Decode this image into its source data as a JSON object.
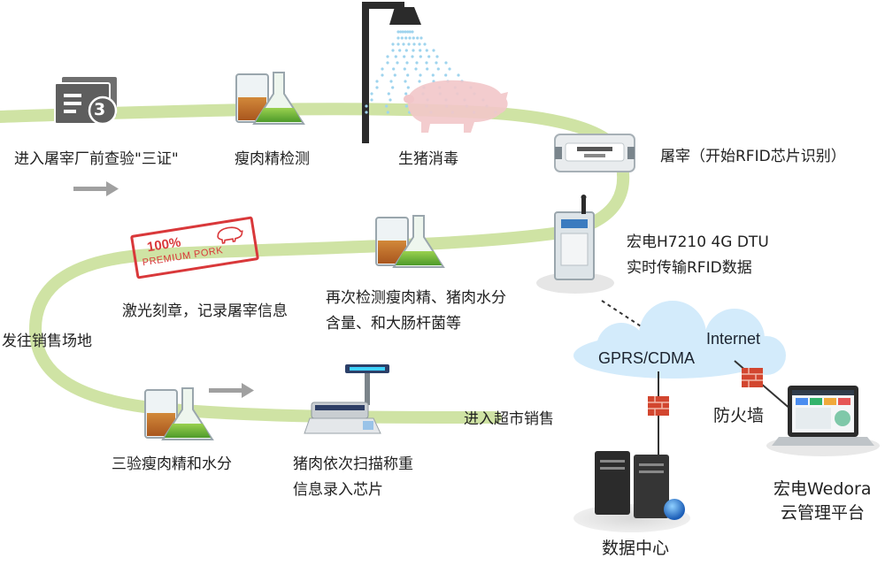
{
  "steps": {
    "s1": "进入屠宰厂前查验\"三证\"",
    "s2": "瘦肉精检测",
    "s3": "生猪消毒",
    "s4": "屠宰（开始RFID芯片识别）",
    "dtu_line1": "宏电H7210 4G DTU",
    "dtu_line2": "实时传输RFID数据",
    "s5_line1": "再次检测瘦肉精、猪肉水分",
    "s5_line2": "含量、和大肠杆菌等",
    "s6": "激光刻章，记录屠宰信息",
    "s7": "发往销售场地",
    "s8": "三验瘦肉精和水分",
    "s9_line1": "猪肉依次扫描称重",
    "s9_line2": "信息录入芯片",
    "s10": "进入超市销售"
  },
  "network": {
    "gprs": "GPRS/CDMA",
    "internet": "Internet",
    "firewall": "防火墙",
    "datacenter": "数据中心",
    "platform_line1": "宏电Wedora",
    "platform_line2": "云管理平台"
  },
  "stamp": {
    "percent": "100%",
    "text": "PREMIUM PORK"
  },
  "certificate_number": "3",
  "colors": {
    "path": "#cfe3a4",
    "path_edge": "#b7d486",
    "arrow": "#a0a0a0",
    "stamp": "#d9383a",
    "cloud": "#cfe9fa"
  }
}
